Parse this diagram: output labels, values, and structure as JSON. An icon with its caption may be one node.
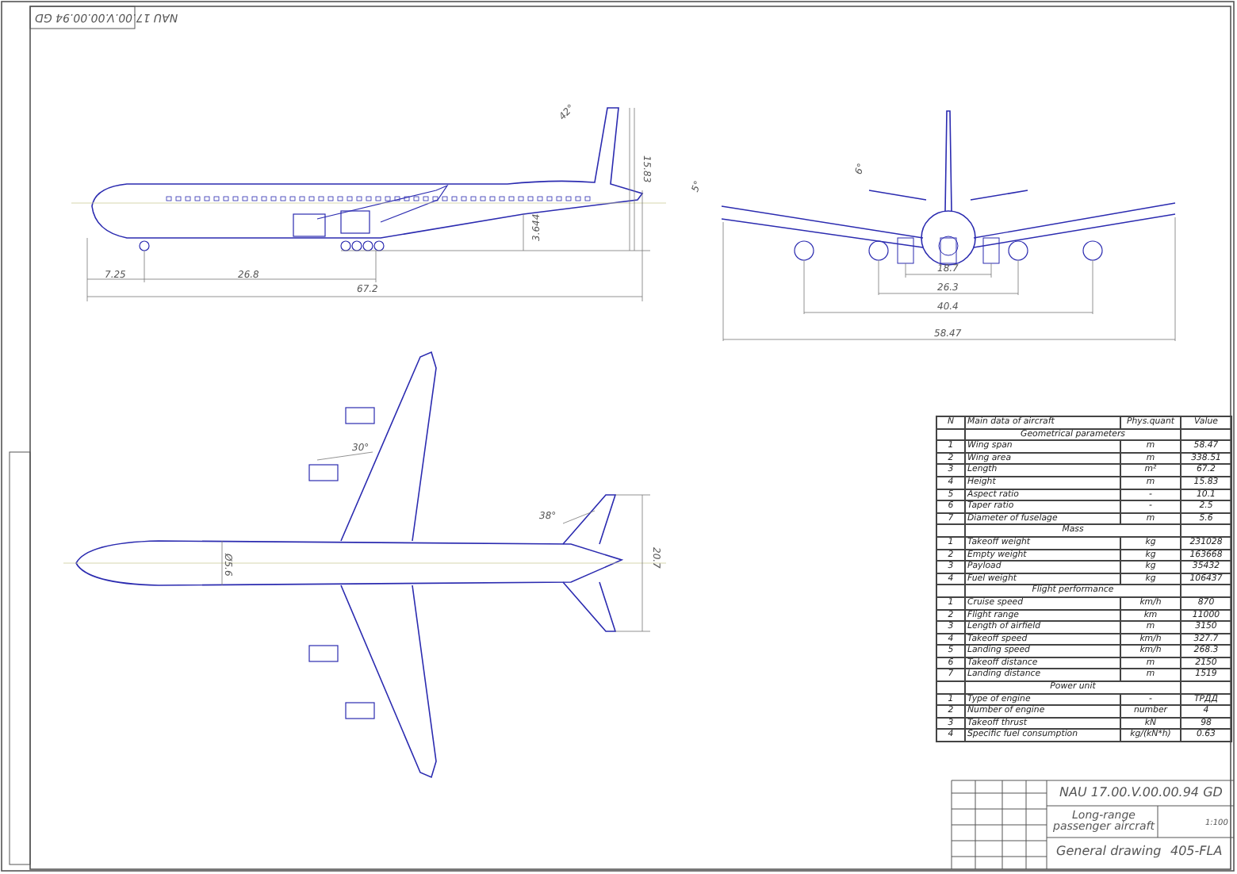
{
  "diagram": {
    "labels": [
      "NAU 17.00.V.00.00.94 GD",
      "42°",
      "15.83",
      "3.644",
      "7.25",
      "26.8",
      "67.2",
      "5°",
      "6°",
      "18.7",
      "26.3",
      "40.4",
      "58.47",
      "30°",
      "38°",
      "Ø5.6",
      "20.7",
      "N",
      "Main data of aircraft",
      "Phys.quant",
      "Value",
      "Geometrical parameters",
      "1",
      "Wing span",
      "m",
      "58.47",
      "2",
      "Wing area",
      "m",
      "338.51",
      "3",
      "Length",
      "m²",
      "67.2",
      "4",
      "Height",
      "m",
      "15.83",
      "5",
      "Aspect ratio",
      "-",
      "10.1",
      "6",
      "Taper ratio",
      "-",
      "2.5",
      "7",
      "Diameter of fuselage",
      "m",
      "5.6",
      "Mass",
      "1",
      "Takeoff weight",
      "kg",
      "231028",
      "2",
      "Empty weight",
      "kg",
      "163668",
      "3",
      "Payload",
      "kg",
      "35432",
      "4",
      "Fuel weight",
      "kg",
      "106437",
      "Flight performance",
      "1",
      "Cruise speed",
      "km/h",
      "870",
      "2",
      "Flight range",
      "km",
      "11000",
      "3",
      "Length of airfield",
      "m",
      "3150",
      "4",
      "Takeoff speed",
      "km/h",
      "327.7",
      "5",
      "Landing speed",
      "km/h",
      "268.3",
      "6",
      "Takeoff distance",
      "m",
      "2150",
      "7",
      "Landing distance",
      "m",
      "1519",
      "Power unit",
      "1",
      "Type of engine",
      "-",
      "ТРДД",
      "2",
      "Number of engine",
      "number",
      "4",
      "3",
      "Takeoff thrust",
      "kN",
      "98",
      "4",
      "Specific fuel consumption",
      "kg/(kN*h)",
      "0.63",
      "NAU 17.00.V.00.00.94 GD",
      "Long-range passenger aircraft",
      "General drawing",
      "405-FLA",
      "1:100"
    ]
  }
}
